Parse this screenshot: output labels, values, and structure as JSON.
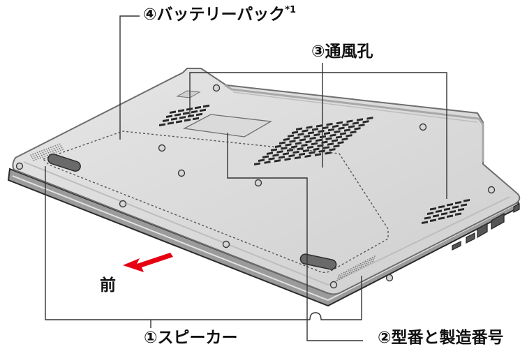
{
  "labels": {
    "battery": "④バッテリーパック",
    "battery_note": "*1",
    "vent": "③通風孔",
    "front": "前",
    "speaker": "①スピーカー",
    "model": "②型番と製造番号"
  },
  "colors": {
    "body_fill": "#d9d9d9",
    "body_edge": "#6e6e6e",
    "dark_edge": "#2b2b2b",
    "vent_slot": "#2a2a2a",
    "arrow": "#e60012",
    "leader": "#333333"
  },
  "icons": {
    "front_arrow": "arrow-down-left-icon"
  }
}
